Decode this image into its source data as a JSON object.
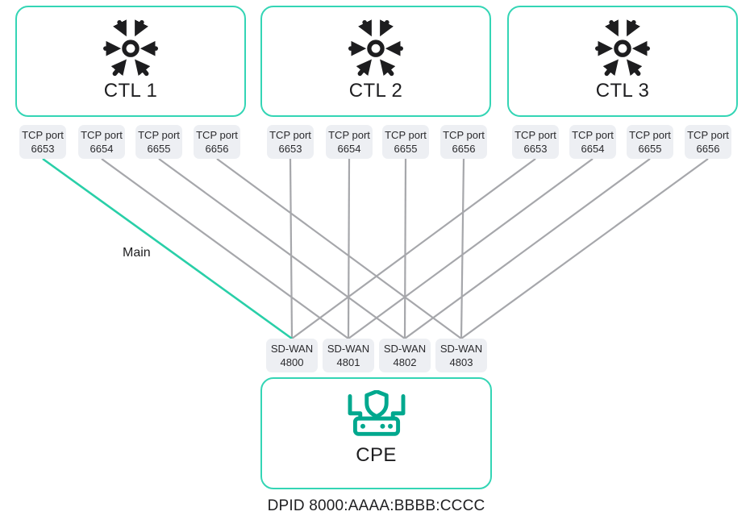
{
  "colors": {
    "node_border": "#34d5b5",
    "cpe_icon": "#00a88e",
    "main_link": "#29cfa8",
    "link_gray": "#a6a7ab",
    "port_label_bg": "#edeff3",
    "text_dark": "#1e1e20"
  },
  "controllers": [
    {
      "label": "CTL 1",
      "ports": [
        {
          "protocol": "TCP port",
          "number": "6653"
        },
        {
          "protocol": "TCP port",
          "number": "6654"
        },
        {
          "protocol": "TCP port",
          "number": "6655"
        },
        {
          "protocol": "TCP port",
          "number": "6656"
        }
      ]
    },
    {
      "label": "CTL 2",
      "ports": [
        {
          "protocol": "TCP port",
          "number": "6653"
        },
        {
          "protocol": "TCP port",
          "number": "6654"
        },
        {
          "protocol": "TCP port",
          "number": "6655"
        },
        {
          "protocol": "TCP port",
          "number": "6656"
        }
      ]
    },
    {
      "label": "CTL 3",
      "ports": [
        {
          "protocol": "TCP port",
          "number": "6653"
        },
        {
          "protocol": "TCP port",
          "number": "6654"
        },
        {
          "protocol": "TCP port",
          "number": "6655"
        },
        {
          "protocol": "TCP port",
          "number": "6656"
        }
      ]
    }
  ],
  "cpe": {
    "label": "CPE",
    "dpid": "DPID 8000:AAAA:BBBB:CCCC",
    "ports": [
      {
        "protocol": "SD-WAN",
        "number": "4800"
      },
      {
        "protocol": "SD-WAN",
        "number": "4801"
      },
      {
        "protocol": "SD-WAN",
        "number": "4802"
      },
      {
        "protocol": "SD-WAN",
        "number": "4803"
      }
    ]
  },
  "links": {
    "main_label": "Main"
  }
}
